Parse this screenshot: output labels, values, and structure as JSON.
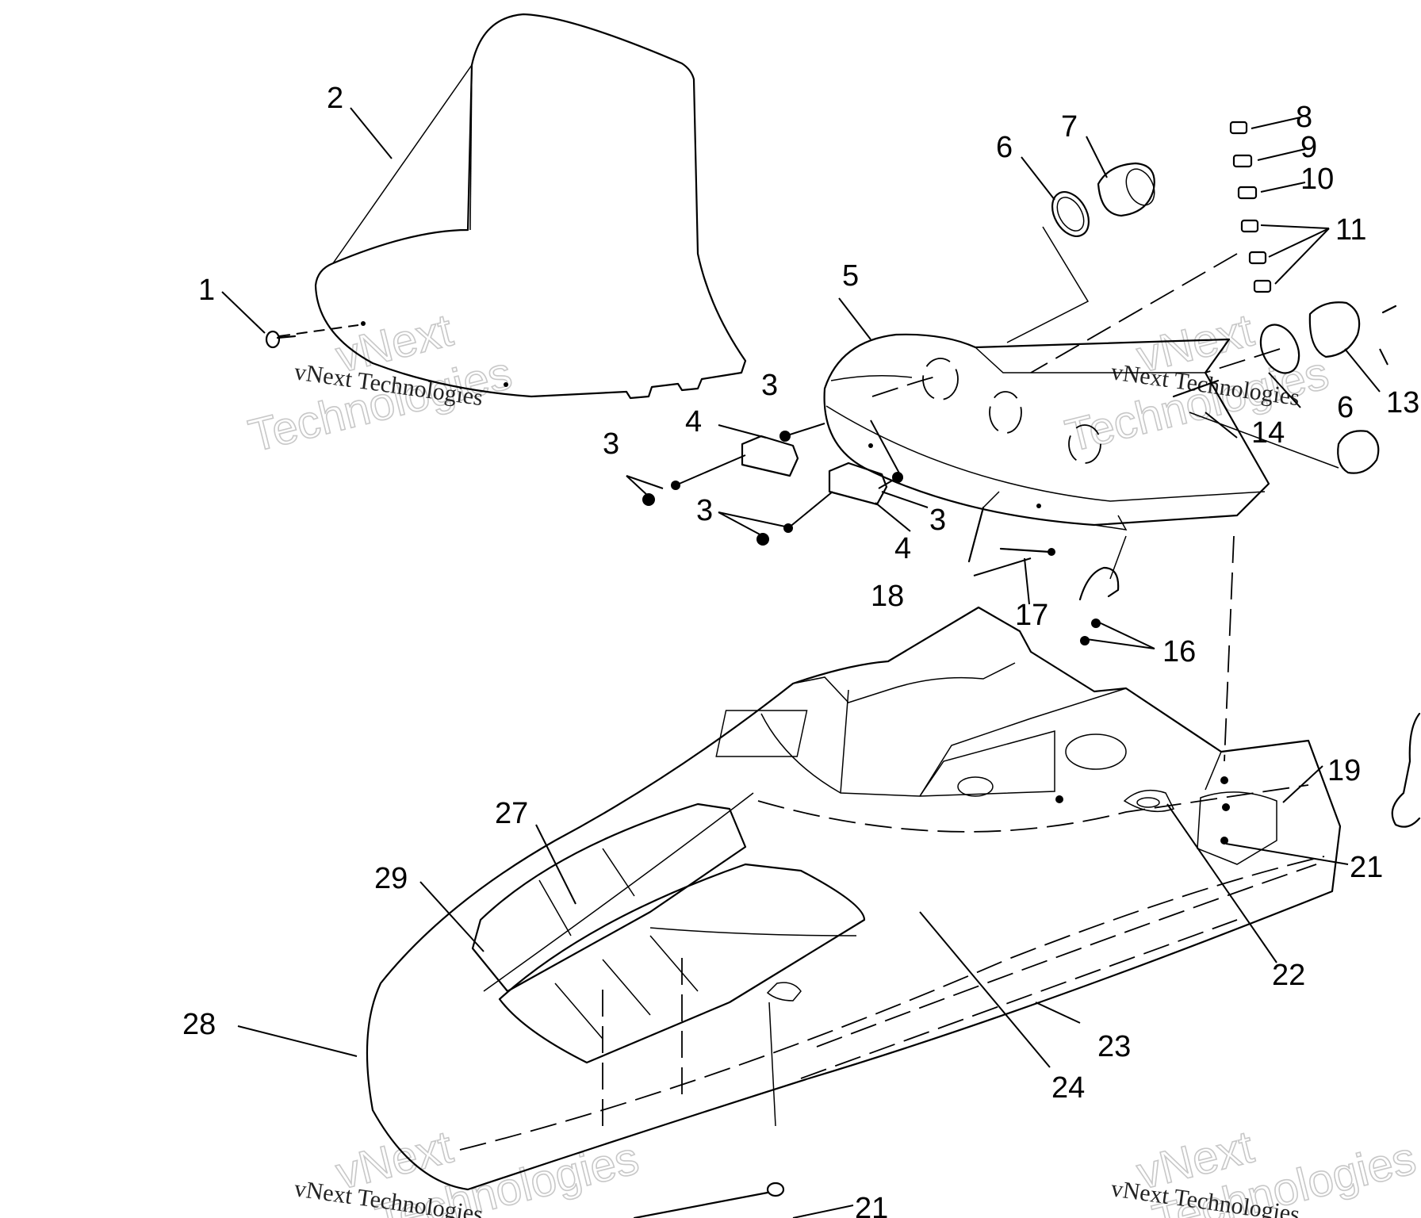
{
  "watermark": {
    "line": "vNext Technologies",
    "big_top": "vNext",
    "big_bottom": "Technologies"
  },
  "callouts": {
    "c1": "1",
    "c2": "2",
    "c3a": "3",
    "c3b": "3",
    "c3c": "3",
    "c3d": "3",
    "c4a": "4",
    "c4b": "4",
    "c5": "5",
    "c6a": "6",
    "c6b": "6",
    "c7": "7",
    "c8": "8",
    "c9": "9",
    "c10": "10",
    "c11": "11",
    "c13": "13",
    "c14": "14",
    "c16": "16",
    "c17": "17",
    "c18": "18",
    "c19": "19",
    "c21a": "21",
    "c21b": "21",
    "c22": "22",
    "c23": "23",
    "c24": "24",
    "c27": "27",
    "c28": "28",
    "c29": "29"
  }
}
